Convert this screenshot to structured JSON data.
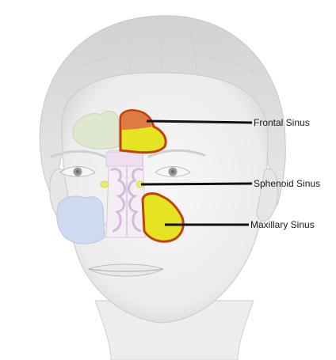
{
  "labels": {
    "frontal": "Frontal Sinus",
    "sphenoid": "Sphenoid Sinus",
    "maxillary": "Maxillary Sinus"
  },
  "colors": {
    "background": "#ffffff",
    "skin_light": "#f1f1f1",
    "skin_shade": "#d9d9d9",
    "hair": "#dcdcdc",
    "outline": "#bdbdbd",
    "frontal_left_muted": "#dfe8cf",
    "maxillary_left_muted": "#cfdaf0",
    "nasal_muted": "#e6d4ea",
    "highlight_outline": "#c2410c",
    "highlight_top": "#e07a45",
    "highlight_fill": "#e5e322",
    "sphenoid_dot": "#eceb6a",
    "pointer": "#111111"
  }
}
